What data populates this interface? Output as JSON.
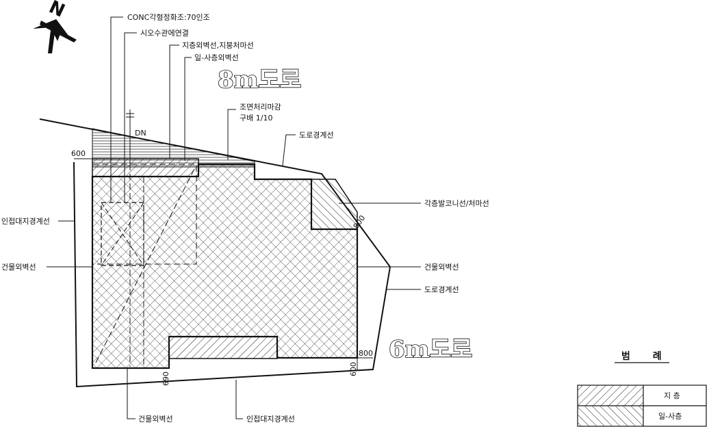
{
  "north": {
    "letter": "N"
  },
  "roads": {
    "north": "8m도로",
    "south": "6m도로"
  },
  "callouts": {
    "conc": "CONC각형정화조:70인조",
    "sewer": "시오수관에연결",
    "ground_wall": "지층외벽선,지붕처마선",
    "first_wall": "일-사층외벽선",
    "landscape_line1": "조면처리마감",
    "landscape_line2": "구배 1/10",
    "road_boundary_top": "도로경계선",
    "balcony": "각층발코니선/처마선",
    "adjacent_left": "인접대지경계선",
    "building_wall_left": "건물외벽선",
    "building_wall_right": "건물외벽선",
    "road_boundary_right": "도로경계선",
    "building_wall_bottom": "건물외벽선",
    "adjacent_bottom": "인접대지경계선",
    "dn": "DN"
  },
  "dims": {
    "d600_top": "600",
    "d800_diag": "800",
    "d690": "690",
    "d800_right": "800",
    "d600_bottom": "600"
  },
  "legend": {
    "title": "범 례",
    "rows": [
      {
        "label": "지 층",
        "pattern": "forward-hatch"
      },
      {
        "label": "일-사층",
        "pattern": "back-hatch"
      }
    ]
  }
}
